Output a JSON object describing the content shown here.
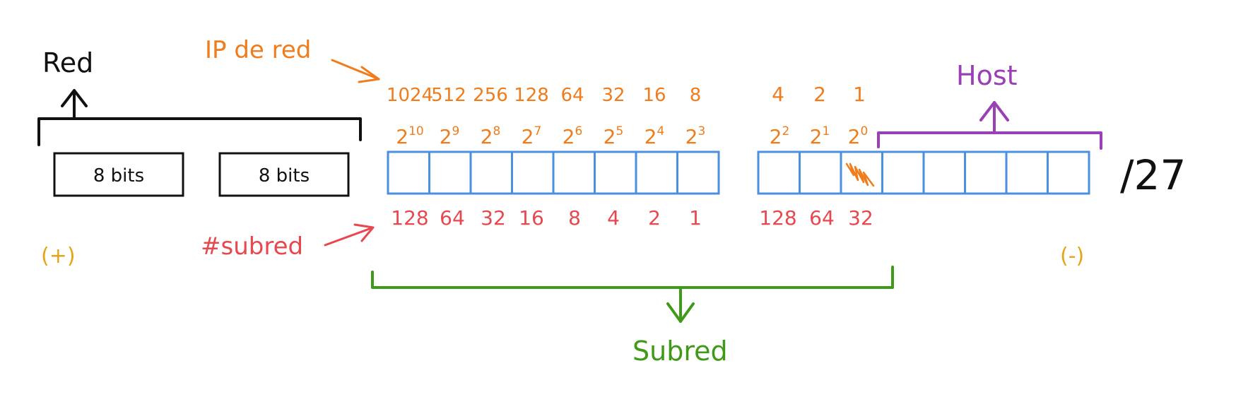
{
  "labels": {
    "red": "Red",
    "ip_de_red": "IP de red",
    "host": "Host",
    "subred_count": "#subred",
    "subred": "Subred",
    "plus": "(+)",
    "minus": "(-)",
    "prefix": "/27"
  },
  "network_boxes": [
    "8 bits",
    "8 bits"
  ],
  "octet3": {
    "values": [
      "1024",
      "512",
      "256",
      "128",
      "64",
      "32",
      "16",
      "8"
    ],
    "powers": [
      {
        "base": "2",
        "exp": "10"
      },
      {
        "base": "2",
        "exp": "9"
      },
      {
        "base": "2",
        "exp": "8"
      },
      {
        "base": "2",
        "exp": "7"
      },
      {
        "base": "2",
        "exp": "6"
      },
      {
        "base": "2",
        "exp": "5"
      },
      {
        "base": "2",
        "exp": "4"
      },
      {
        "base": "2",
        "exp": "3"
      }
    ],
    "subnet_values": [
      "128",
      "64",
      "32",
      "16",
      "8",
      "4",
      "2",
      "1"
    ]
  },
  "octet4": {
    "values": [
      "4",
      "2",
      "1"
    ],
    "powers": [
      {
        "base": "2",
        "exp": "2"
      },
      {
        "base": "2",
        "exp": "1"
      },
      {
        "base": "2",
        "exp": "0"
      }
    ],
    "subnet_values": [
      "128",
      "64",
      "32"
    ],
    "host_cells": 5
  },
  "colors": {
    "black": "#111111",
    "orange": "#f07c1c",
    "red": "#e8484d",
    "blue": "#4a8fe0",
    "purple": "#9b3fb6",
    "green": "#3f9a1a",
    "amber": "#e6a516"
  }
}
